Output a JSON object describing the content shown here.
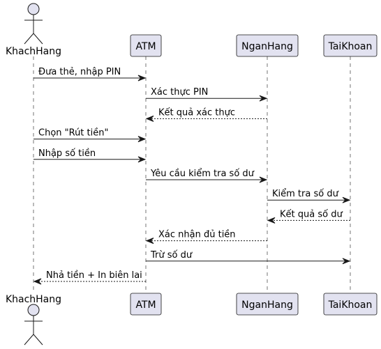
{
  "participants": [
    {
      "id": "khach",
      "name": "KhachHang",
      "kind": "actor"
    },
    {
      "id": "atm",
      "name": "ATM",
      "kind": "participant"
    },
    {
      "id": "nh",
      "name": "NganHang",
      "kind": "participant"
    },
    {
      "id": "tk",
      "name": "TaiKhoan",
      "kind": "participant"
    }
  ],
  "messages": [
    {
      "from": "khach",
      "to": "atm",
      "label": "Đưa thẻ, nhập PIN",
      "style": "solid"
    },
    {
      "from": "atm",
      "to": "nh",
      "label": "Xác thực PIN",
      "style": "solid"
    },
    {
      "from": "nh",
      "to": "atm",
      "label": "Kết quả xác thực",
      "style": "dashed"
    },
    {
      "from": "khach",
      "to": "atm",
      "label": "Chọn \"Rút tiền\"",
      "style": "solid"
    },
    {
      "from": "khach",
      "to": "atm",
      "label": "Nhập số tiền",
      "style": "solid"
    },
    {
      "from": "atm",
      "to": "nh",
      "label": "Yêu cầu kiểm tra số dư",
      "style": "solid"
    },
    {
      "from": "nh",
      "to": "tk",
      "label": "Kiểm tra số dư",
      "style": "solid"
    },
    {
      "from": "tk",
      "to": "nh",
      "label": "Kết quả số dư",
      "style": "dashed"
    },
    {
      "from": "nh",
      "to": "atm",
      "label": "Xác nhận đủ tiền",
      "style": "dashed"
    },
    {
      "from": "atm",
      "to": "tk",
      "label": "Trừ số dư",
      "style": "solid"
    },
    {
      "from": "atm",
      "to": "khach",
      "label": "Nhả tiền + In biên lai",
      "style": "dashed"
    }
  ]
}
